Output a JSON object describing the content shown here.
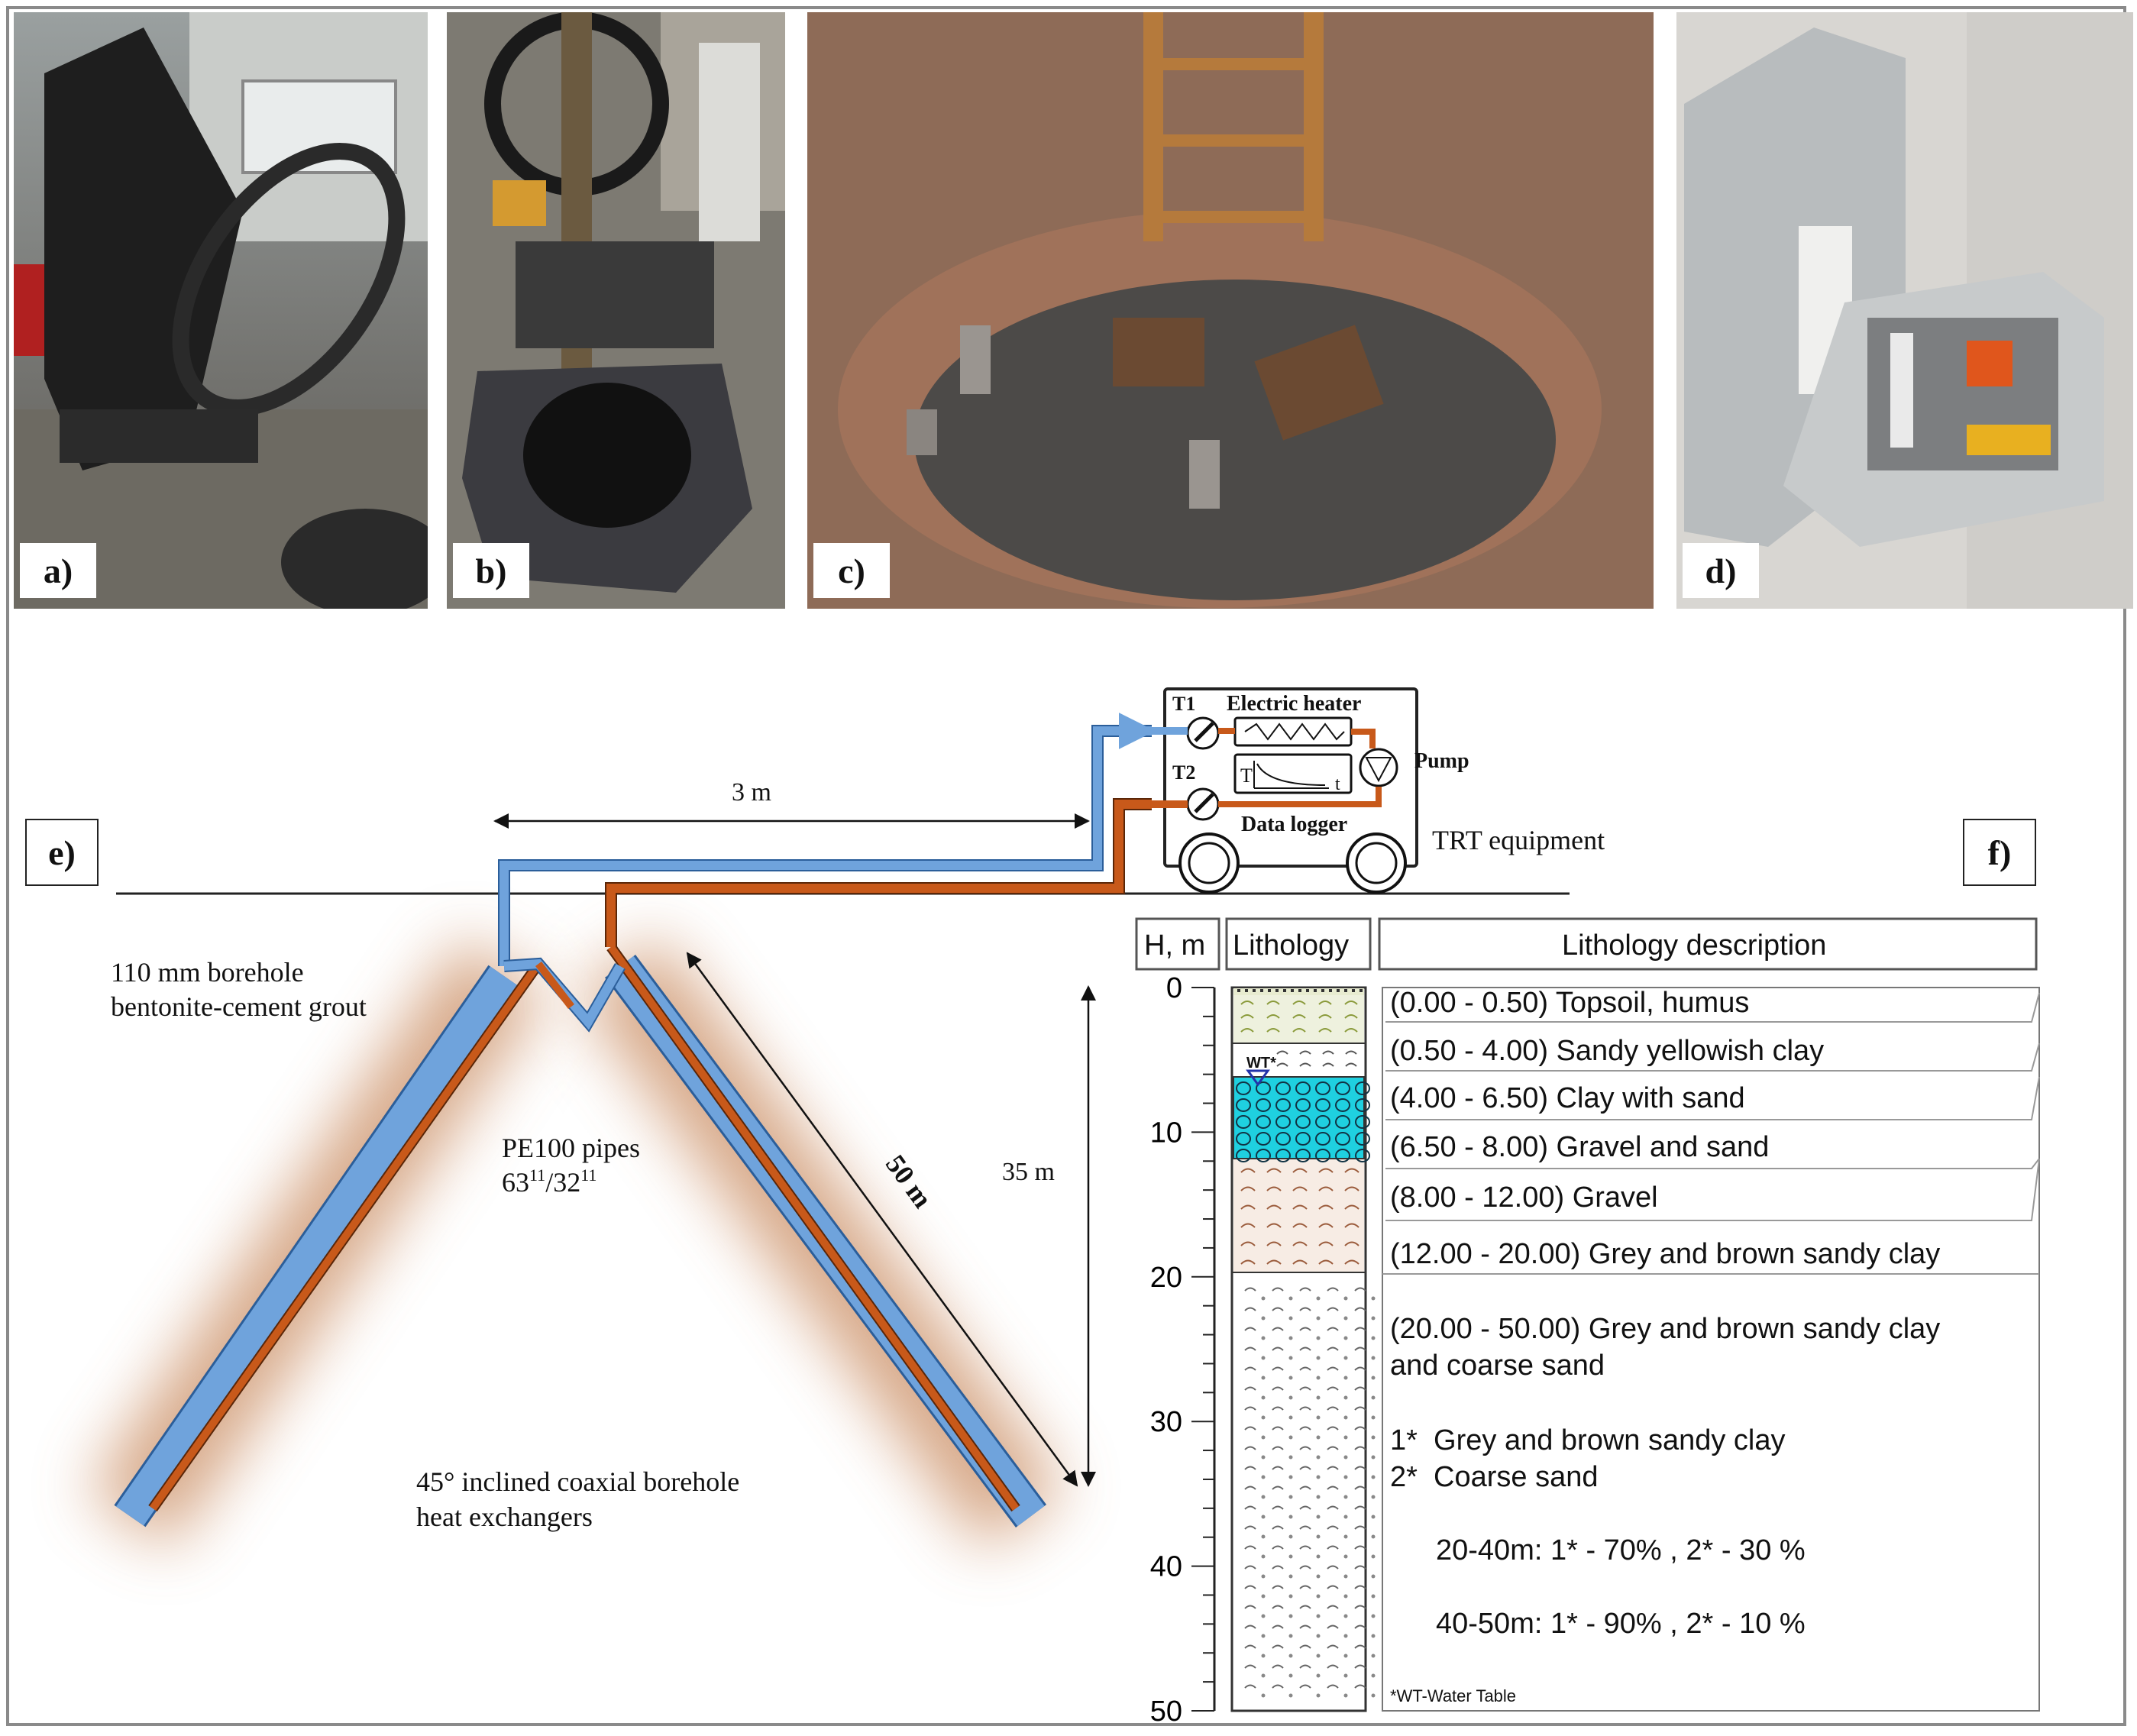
{
  "panels": {
    "a": "a)",
    "b": "b)",
    "c": "c)",
    "d": "d)",
    "e": "e)",
    "f": "f)"
  },
  "schematic": {
    "distance_top": "3 m",
    "ground_label_grout_1": "110 mm borehole",
    "ground_label_grout_2": "bentonite-cement grout",
    "pipes_label_1": "PE100 pipes",
    "pipes_label_2_a": "63",
    "pipes_label_2_sup_a": "11",
    "pipes_label_2_b": "/32",
    "pipes_label_2_sup_b": "11",
    "length_label": "50 m",
    "depth_label": "35 m",
    "bhe_label_1": "45° inclined coaxial borehole",
    "bhe_label_2": "heat exchangers",
    "trt": {
      "t1": "T1",
      "t2": "T2",
      "heater": "Electric heater",
      "pump": "Pump",
      "logger": "Data logger",
      "graph_t": "T",
      "graph_time": "t",
      "equipment": "TRT equipment"
    }
  },
  "log": {
    "header_depth": "H, m",
    "header_lithology": "Lithology",
    "header_description": "Lithology description",
    "depth_ticks": [
      "0",
      "10",
      "20",
      "30",
      "40",
      "50"
    ],
    "water_table_mark": "WT*",
    "layers": [
      "(0.00 - 0.50) Topsoil, humus",
      "(0.50 - 4.00) Sandy yellowish clay",
      "(4.00 - 6.50) Clay with sand",
      "(6.50 - 8.00) Gravel and sand",
      "(8.00 - 12.00) Gravel",
      "(12.00 - 20.00) Grey and brown sandy clay"
    ],
    "deep_layer_1": "(20.00 - 50.00) Grey and brown sandy clay",
    "deep_layer_2": "and coarse sand",
    "note_1": "1*  Grey and brown sandy clay",
    "note_2": "2*  Coarse sand",
    "mix_1": "20-40m: 1* - 70% , 2* - 30 %",
    "mix_2": "40-50m: 1* - 90% , 2* - 10 %",
    "footnote": "*WT-Water Table"
  },
  "colors": {
    "inlet_pipe": "#6fa3dc",
    "outlet_pipe": "#c8591a",
    "aquifer": "#1fd0e0",
    "topsoil": "#e8ecd0",
    "clay_band": "#f7ece4"
  }
}
